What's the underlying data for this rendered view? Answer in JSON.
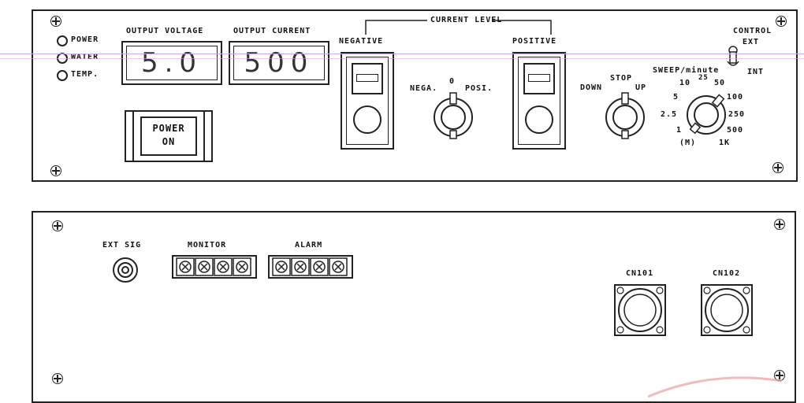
{
  "front_panel": {
    "indicators": [
      "POWER",
      "WATER",
      "TEMP."
    ],
    "output_voltage": {
      "label": "OUTPUT VOLTAGE",
      "value": "5.0"
    },
    "output_current": {
      "label": "OUTPUT CURRENT",
      "value": "500"
    },
    "power_button": {
      "line1": "POWER",
      "line2": "ON"
    },
    "current_level": "CURRENT LEVEL",
    "negative": "NEGATIVE",
    "positive": "POSITIVE",
    "polarity_knob": {
      "left": "NEGA.",
      "center": "0",
      "right": "POSI."
    },
    "stop_knob": {
      "left": "DOWN",
      "top": "STOP",
      "right": "UP"
    },
    "sweep": {
      "title": "SWEEP/minute",
      "scale": [
        "10",
        "25",
        "50",
        "5",
        "100",
        "2.5",
        "250",
        "1",
        "500",
        "(M)",
        "1K"
      ]
    },
    "control": {
      "title": "CONTROL",
      "ext": "EXT",
      "int": "INT"
    }
  },
  "rear_panel": {
    "ext_sig": "EXT SIG",
    "monitor": "MONITOR",
    "alarm": "ALARM",
    "cn101": "CN101",
    "cn102": "CN102"
  }
}
